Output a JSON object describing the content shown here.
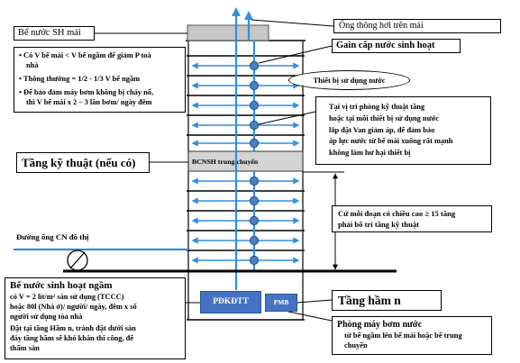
{
  "colors": {
    "pipe_blue": "#2f8fe0",
    "valve_blue": "#4a7fc1",
    "equipment_blue": "#4472c4",
    "tank_gray": "#c6c6c6",
    "tech_floor_gray": "#d4d4d4"
  },
  "icons": {
    "meter": "water-meter-icon",
    "valve": "valve-icon",
    "flow": "flow-arrow-icon"
  },
  "roof_tank": {
    "label": "Bể nước SH mái",
    "notes": [
      {
        "lines": [
          "Có V bể mái < V bể ngầm để giảm P toà",
          "nhà"
        ]
      },
      {
        "lines": [
          "Thông thường = 1/2 - 1/3 V bể ngầm"
        ]
      },
      {
        "lines": [
          "Để bảo đảm máy bơm không bị cháy nổ,",
          "thì V bể mái x 2 – 3 lần bơm/ ngày đêm"
        ]
      }
    ]
  },
  "vent": {
    "label": "Ống thông hơi trên mái"
  },
  "riser": {
    "label": "Gain cấp nước sinh hoạt"
  },
  "fixture": {
    "label": "Thiết bị sử dụng nước"
  },
  "pressure_valve_note": {
    "lines": [
      "Tại vị trí phòng kỹ thuật tầng",
      "hoặc tại mỗi thiết bị sử dụng nước",
      "lắp đặt Van giảm áp, để đảm bảo",
      "áp lực nước từ bể mái xuống rất mạnh",
      "không làm hư hại thiết bị"
    ]
  },
  "technical_floor": {
    "label": "Tầng kỹ thuật (nếu có)",
    "tank_label": "BCNSH trung chuyển"
  },
  "zone_note": {
    "lines": [
      "Cứ mỗi đoạn có chiều cao ≥ 15 tầng",
      "phải bố trí tầng kỹ thuật"
    ]
  },
  "city_pipe": {
    "label": "Đường ống CN đô thị"
  },
  "underground_tank": {
    "title": "Bể nước sinh hoạt ngầm",
    "capacity_lines": [
      "có V = 2 lít/m² sàn sử dụng (TCCC)",
      "hoặc 80l (Nhà ở)/ người/ ngày, đêm x số",
      "người sử dụng tòa nhà"
    ],
    "placement_lines": [
      "Đặt tại tầng Hầm n, tránh đặt dưới sàn",
      "đáy tầng hầm sẽ khó khăn thi công, để",
      "thấm sàn"
    ]
  },
  "basement": {
    "label": "Tầng hầm n",
    "control_room": "PĐKĐTT",
    "pump_room": "PMB"
  },
  "pump_room_note": {
    "title": "Phòng máy bơm nước",
    "lines": [
      "từ bể ngầm lên bể mái hoặc bể trung",
      "chuyển"
    ]
  }
}
